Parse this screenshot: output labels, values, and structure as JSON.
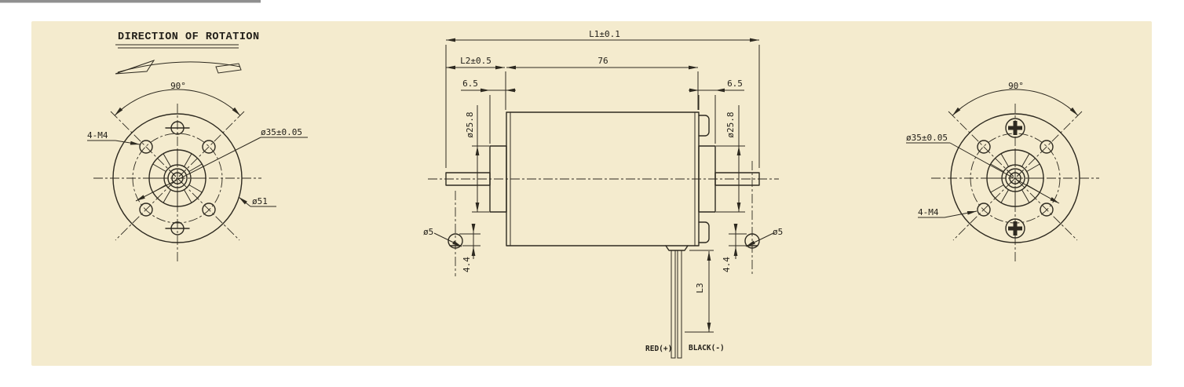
{
  "colors": {
    "canvas": "#ffffff",
    "panel": "#f4ebce",
    "line": "#2e2a20",
    "text": "#23201a",
    "topbar": "#8f8f8f"
  },
  "direction_block": {
    "title": "DIRECTION OF ROTATION"
  },
  "left_view": {
    "angle_label": "90°",
    "thread_label": "4-M4",
    "pilot_diameter_label": "ø35±0.05",
    "flange_diameter_label": "ø51"
  },
  "side_view": {
    "overall_length_label": "L1±0.1",
    "shaft_extension_label": "L2±0.5",
    "body_length_label": "76",
    "boss_length_labels": [
      "6.5",
      "6.5"
    ],
    "cap_diameter_labels": [
      "ø25.8",
      "ø25.8"
    ],
    "shaft_diameter_labels": [
      "ø5",
      "ø5"
    ],
    "shaft_flat_labels": [
      "4.4",
      "4.4"
    ],
    "lead_length_label": "L3",
    "wire_positive_label": "RED(+)",
    "wire_negative_label": "BLACK(-)"
  },
  "right_view": {
    "angle_label": "90°",
    "pilot_diameter_label": "ø35±0.05",
    "thread_label": "4-M4"
  }
}
